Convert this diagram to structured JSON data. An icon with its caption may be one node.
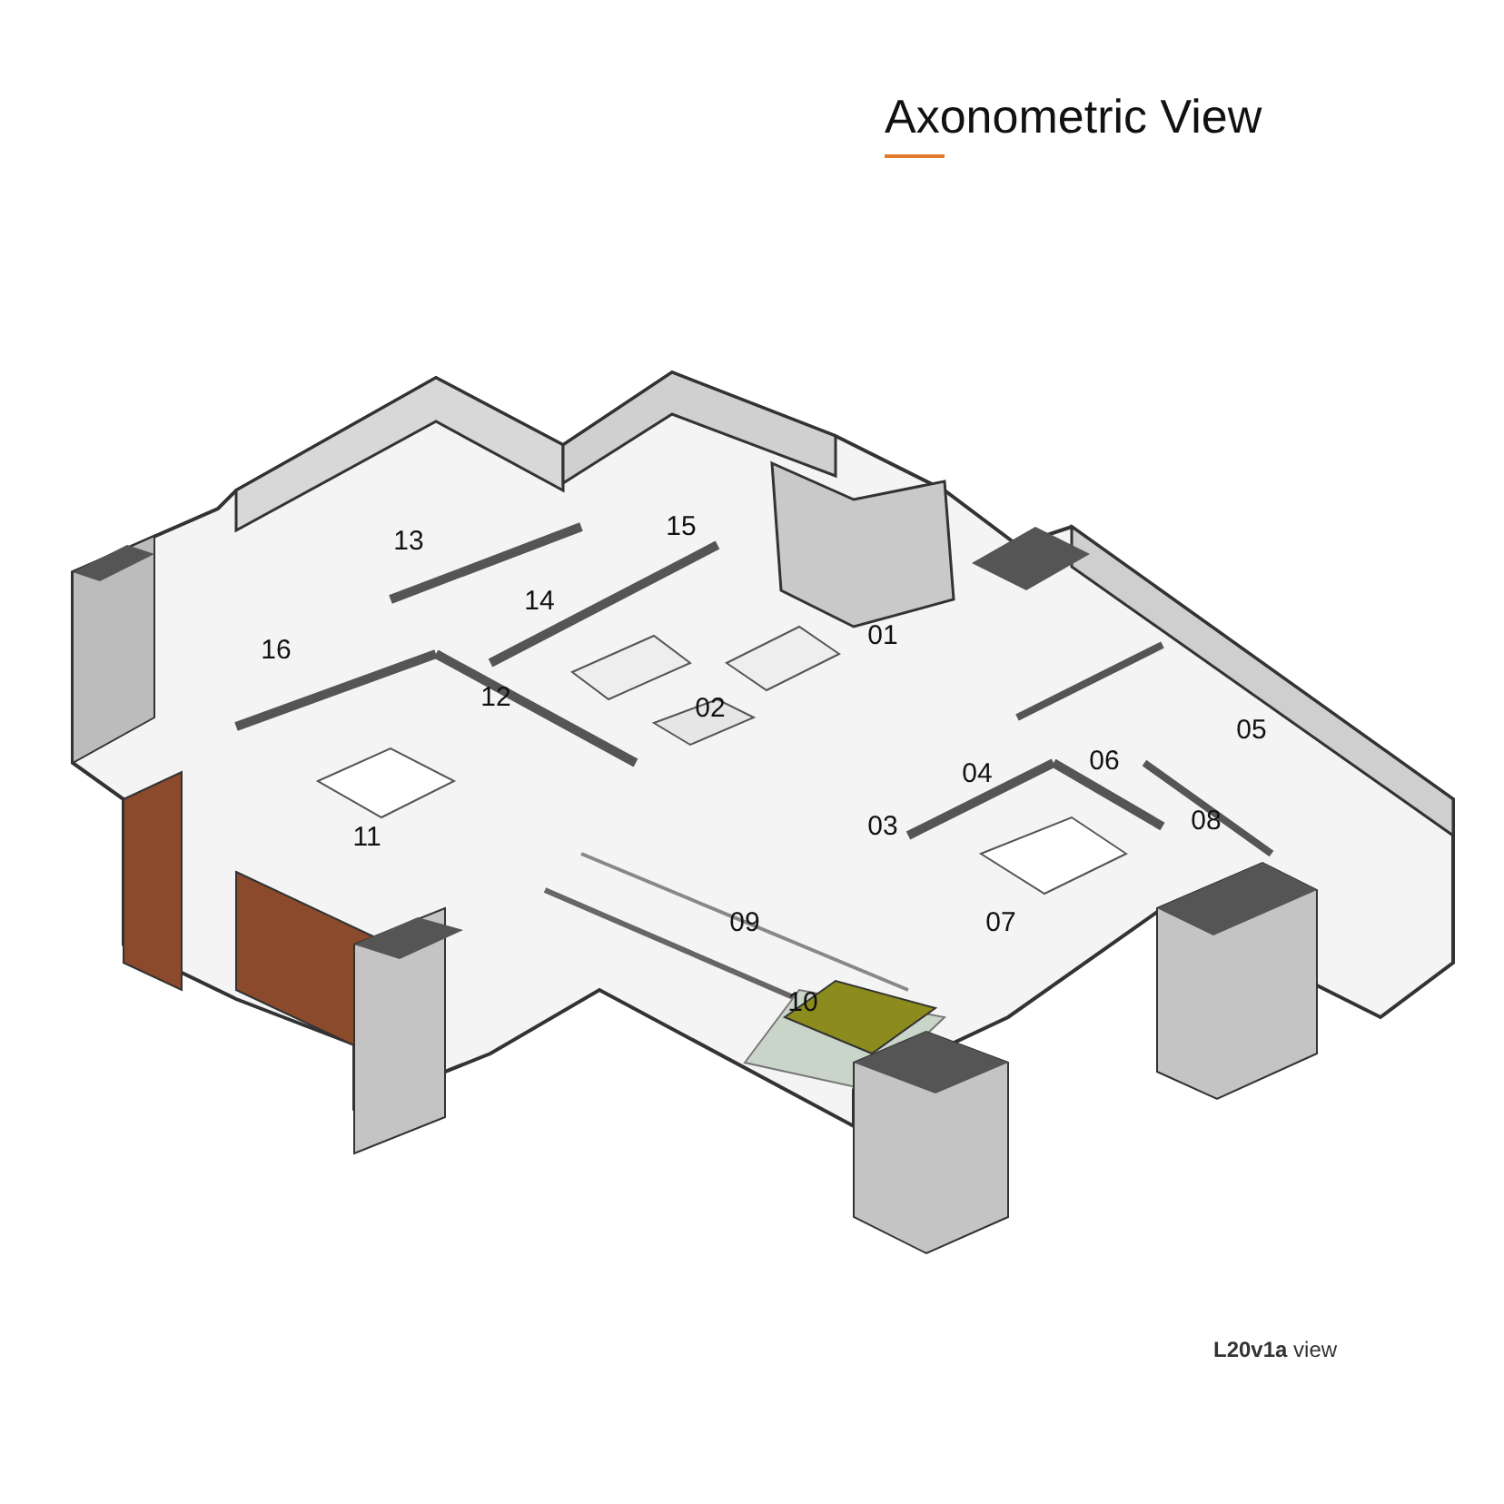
{
  "diagram": {
    "title": "Axonometric View",
    "labels": [
      "15",
      "13",
      "14",
      "01",
      "16",
      "12",
      "02",
      "05",
      "06",
      "04",
      "08",
      "03",
      "11",
      "07",
      "09",
      "10",
      "**L20v1a** view"
    ]
  }
}
